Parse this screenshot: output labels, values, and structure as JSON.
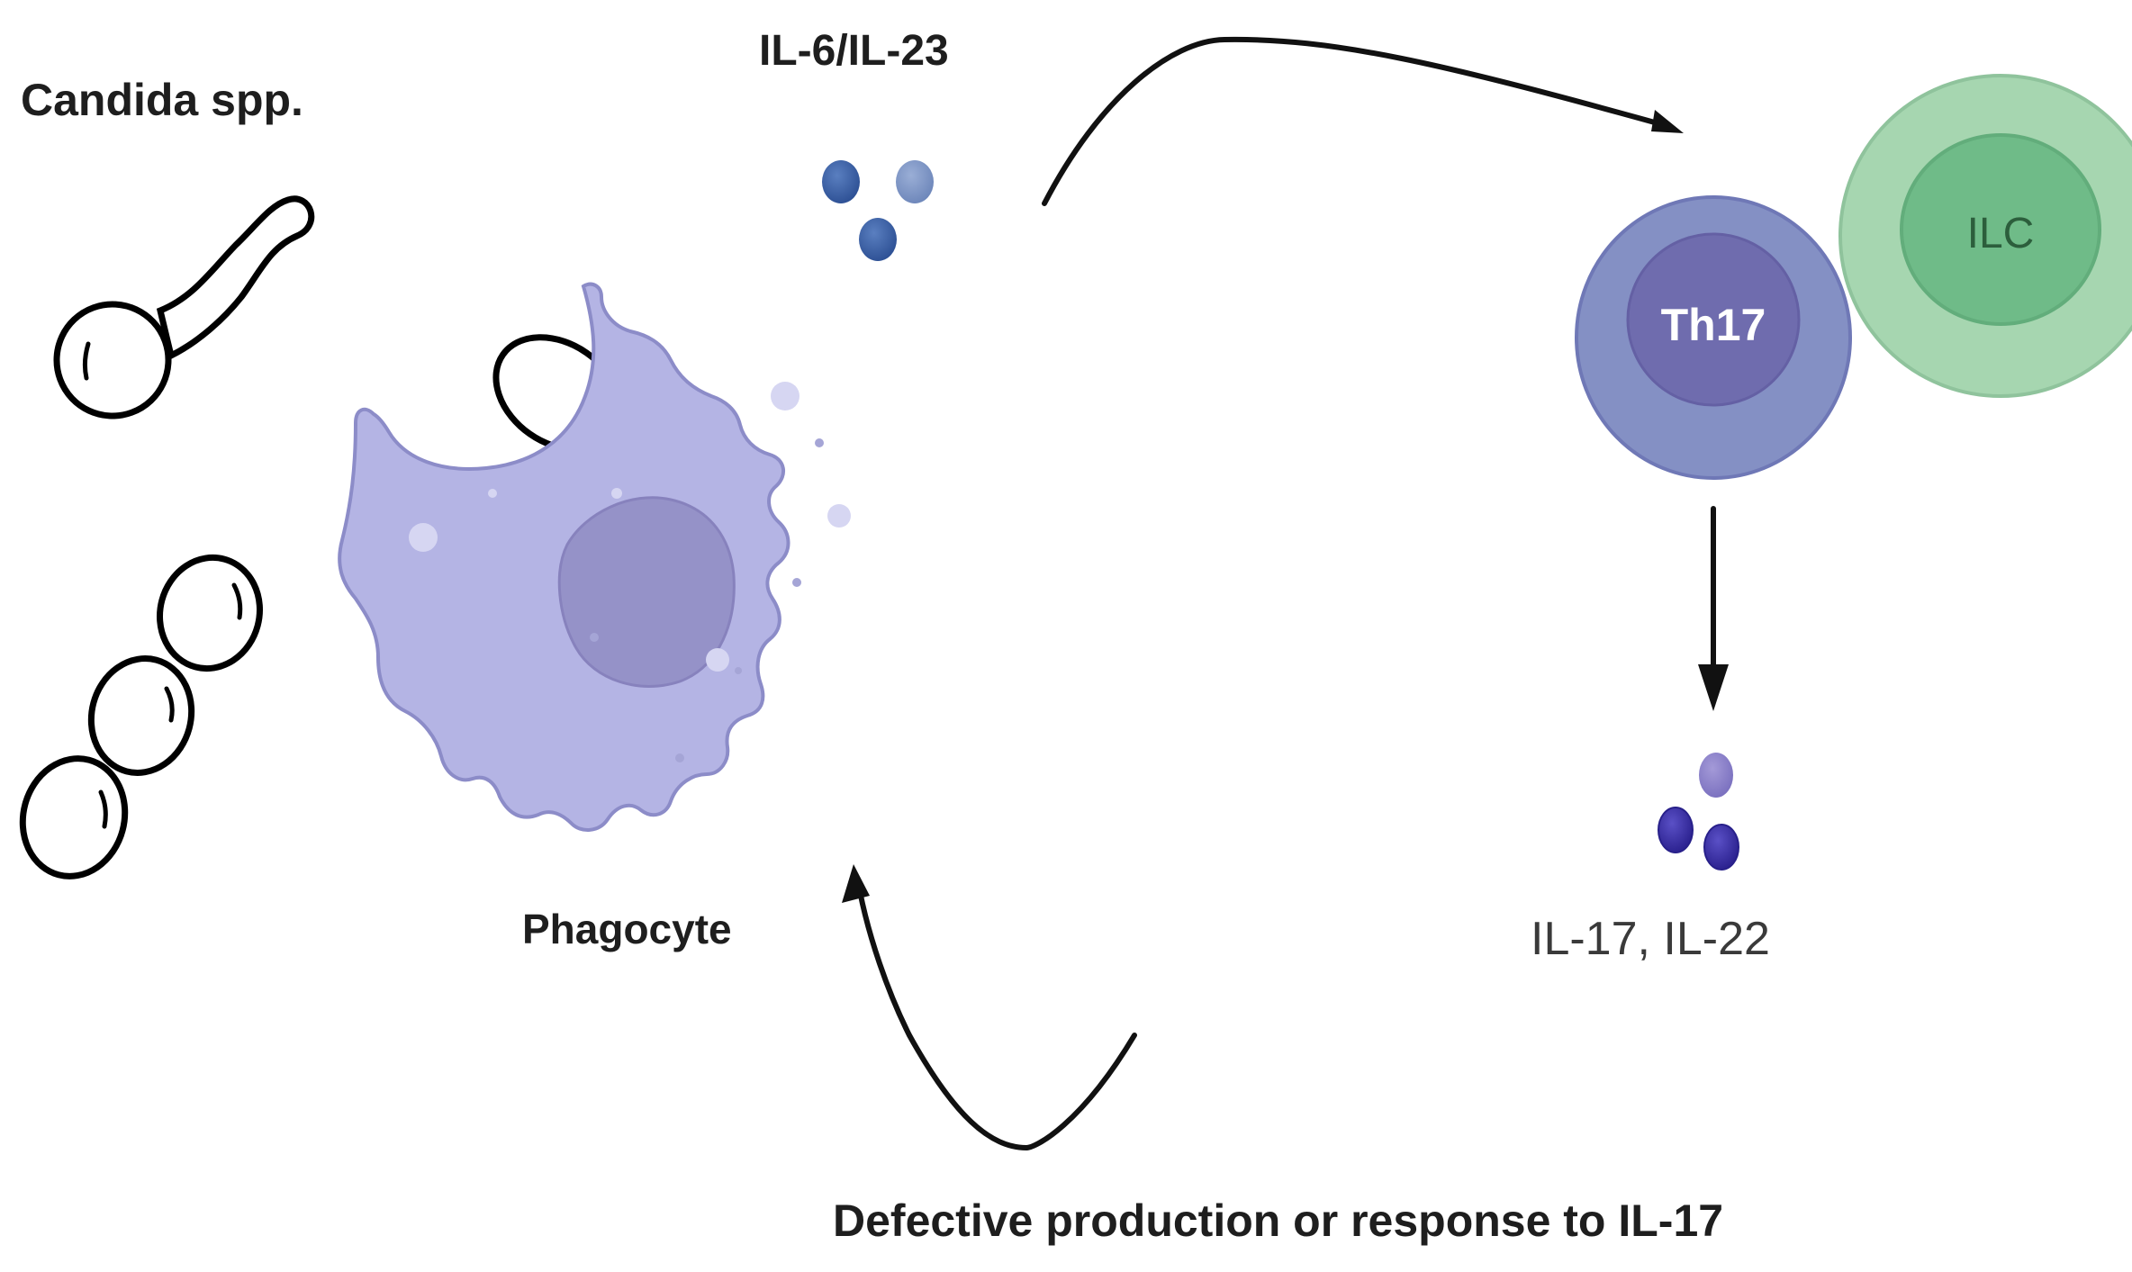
{
  "figure": {
    "type": "immune-pathway-diagram",
    "flow": [
      "Candida spp.",
      "Phagocyte",
      "IL-6/IL-23",
      "Th17 / ILC",
      "IL-17, IL-22",
      "Phagocyte"
    ]
  },
  "labels": {
    "pathogen": "Candida spp.",
    "cytokines_in": "IL-6/IL-23",
    "phagocyte": "Phagocyte",
    "th17": "Th17",
    "ilc": "ILC",
    "cytokines_out": "IL-17, IL-22",
    "caption": "Defective production or response to IL-17"
  },
  "colors": {
    "phagocyte_body": "#b4b4e4",
    "phagocyte_outline": "#8c8cc8",
    "phagocyte_nucleus": "#9592c8",
    "th17_outer": "#8490c4",
    "th17_inner": "#6f6cae",
    "ilc_outer": "#a6d6b0",
    "ilc_inner": "#6fbb88",
    "il6_dot_dark": "#3f64a6",
    "il6_dot_light": "#7d95c4",
    "il17_dot_light": "#8a80cc",
    "il17_dot_dark": "#3a2fa0",
    "arrow": "#111111"
  },
  "arrows": [
    {
      "from": "IL-6/IL-23",
      "to": "Th17"
    },
    {
      "from": "Th17",
      "to": "IL-17, IL-22"
    },
    {
      "from": "IL-17, IL-22",
      "to": "Phagocyte",
      "label": "Defective production or response to IL-17"
    }
  ]
}
